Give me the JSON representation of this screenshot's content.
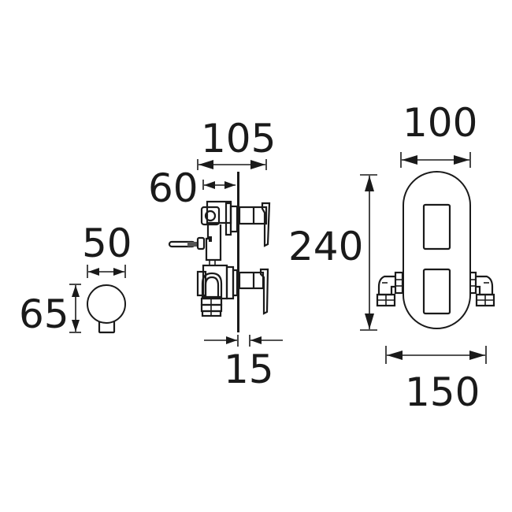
{
  "diagram": {
    "type": "technical dimension drawing",
    "units_implied": "mm",
    "line_color": "#1a1a1a",
    "background": "#ffffff",
    "views": [
      {
        "name": "outlet-elbow-front-view",
        "dimensions": {
          "width": "50",
          "height": "65"
        }
      },
      {
        "name": "valve-side-view",
        "dimensions": {
          "overall_depth": "105",
          "wall_depth": "60",
          "plate_thickness": "15"
        }
      },
      {
        "name": "faceplate-front-view",
        "dimensions": {
          "plate_width": "100",
          "plate_height": "240",
          "overall_width": "150"
        }
      }
    ]
  },
  "labels": {
    "elbow_width": "50",
    "elbow_height": "65",
    "valve_depth": "105",
    "valve_wall_depth": "60",
    "plate_thickness": "15",
    "plate_width": "100",
    "plate_height": "240",
    "overall_width": "150"
  }
}
